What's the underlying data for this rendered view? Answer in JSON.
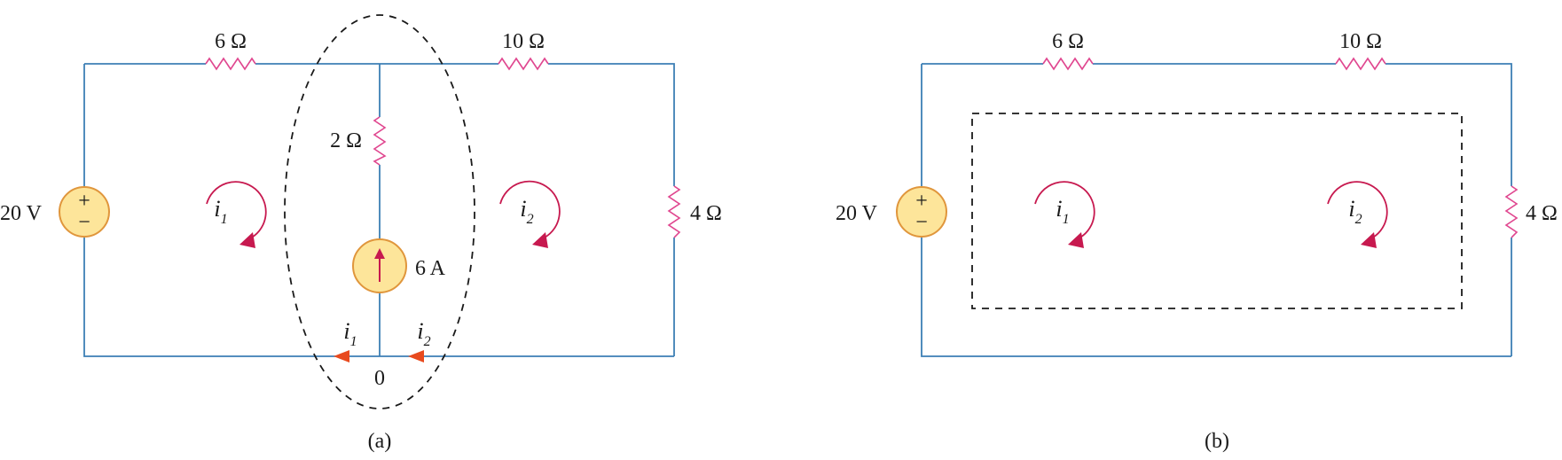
{
  "circuit_a": {
    "caption": "(a)",
    "r_top_left": "6 Ω",
    "r_top_right": "10 Ω",
    "r_middle": "2 Ω",
    "r_right": "4 Ω",
    "voltage_source": "20 V",
    "current_source": "6 A",
    "node_label": "0",
    "mesh1": {
      "var": "i",
      "sub": "1"
    },
    "mesh2": {
      "var": "i",
      "sub": "2"
    },
    "branch1": {
      "var": "i",
      "sub": "1"
    },
    "branch2": {
      "var": "i",
      "sub": "2"
    }
  },
  "circuit_b": {
    "caption": "(b)",
    "r_top_left": "6 Ω",
    "r_top_right": "10 Ω",
    "r_right": "4 Ω",
    "voltage_source": "20 V",
    "mesh1": {
      "var": "i",
      "sub": "1"
    },
    "mesh2": {
      "var": "i",
      "sub": "2"
    }
  },
  "source_symbols": {
    "plus": "+",
    "minus": "−"
  },
  "colors": {
    "wire": "#3d7fb5",
    "resistor": "#e0468f",
    "source_fill": "#fde59a",
    "source_stroke": "#e0963c",
    "mesh_arrow": "#c7194f",
    "branch_arrow": "#e84a1e"
  }
}
